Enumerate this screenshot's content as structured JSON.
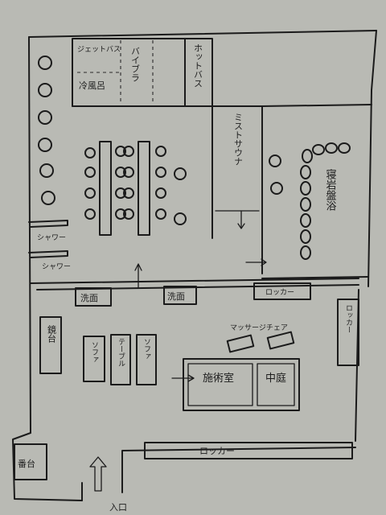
{
  "labels": {
    "jacuzzi": "ジェットバス",
    "vibra": "バイブラ",
    "hot_bath": "ホットバス",
    "cold_bath": "冷風呂",
    "mist_sauna": "ミストサウナ",
    "ganban": "寝岩盤浴",
    "shower1": "シャワー",
    "shower2": "シャワー",
    "senmen1": "洗面",
    "senmen2": "洗面",
    "locker_top": "ロッカー",
    "locker_right": "ロッカー",
    "locker_bottom": "ロッカー",
    "massage": "マッサージチェア",
    "kagami": "鏡台",
    "sofa1": "ソファ",
    "table": "テーブル",
    "sofa2": "ソファ",
    "treatment": "施術室",
    "nakaniwa": "中庭",
    "bandai": "番台",
    "entrance": "入口"
  }
}
